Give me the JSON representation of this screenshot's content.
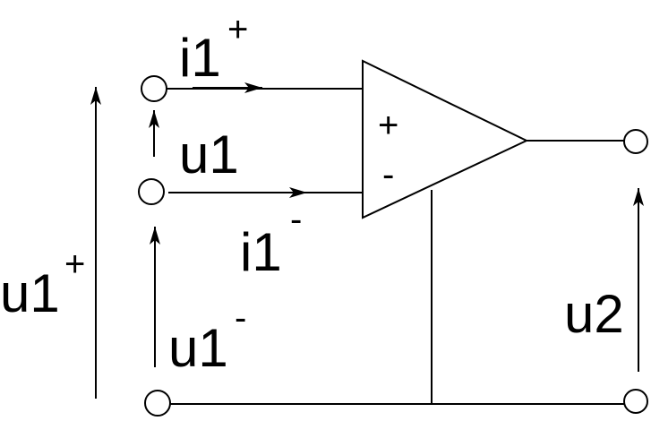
{
  "labels": {
    "i1_plus": {
      "base": "i1",
      "sup": "+"
    },
    "i1_minus": {
      "base": "i1",
      "sup": "-"
    },
    "u1": {
      "base": "u1"
    },
    "u1_plus": {
      "base": "u1",
      "sup": "+"
    },
    "u1_minus": {
      "base": "u1",
      "sup": "-"
    },
    "u2": {
      "base": "u2"
    }
  },
  "opamp": {
    "plus_sign": "+",
    "minus_sign": "-"
  }
}
